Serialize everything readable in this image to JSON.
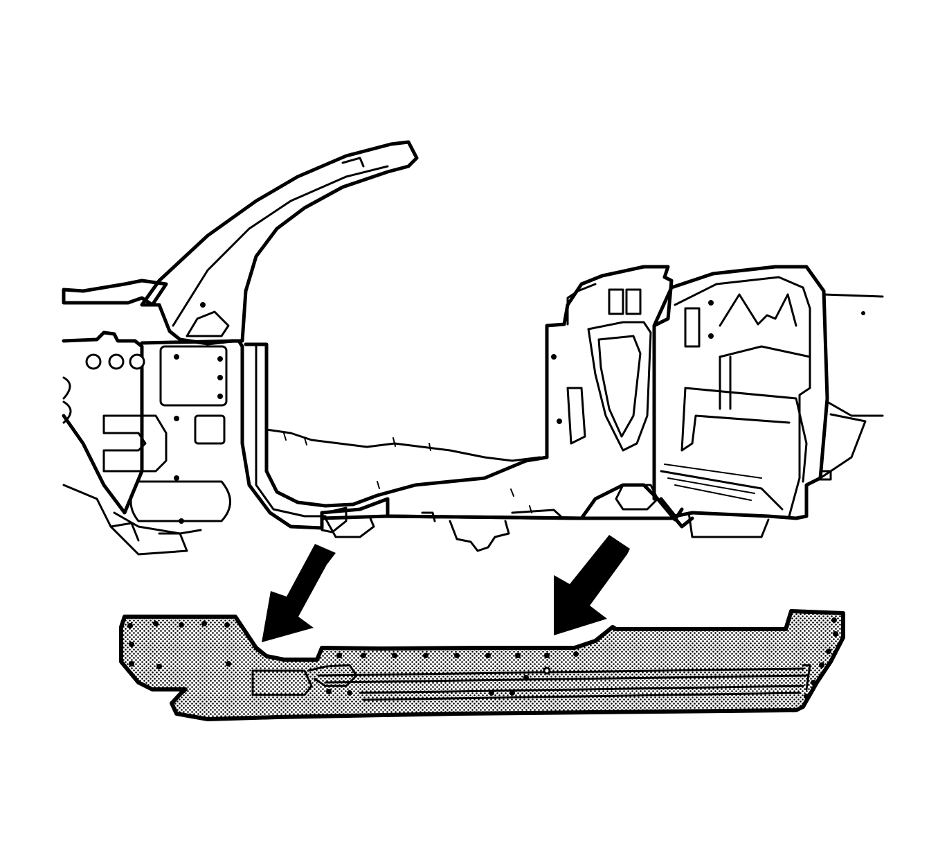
{
  "figure": {
    "description_free": true,
    "colors": {
      "line": "#000000",
      "background": "#ffffff",
      "highlight_fill": "#8c8c8c"
    },
    "parts": [
      {
        "id": "body-side-structure",
        "highlighted": false
      },
      {
        "id": "rocker-panel-replacement-part",
        "highlighted": true
      }
    ],
    "arrows": [
      {
        "id": "arrow-left",
        "direction": "down-left"
      },
      {
        "id": "arrow-right",
        "direction": "down-left"
      }
    ]
  }
}
